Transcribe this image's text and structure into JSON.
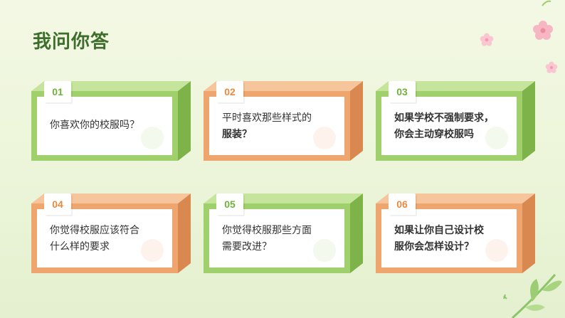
{
  "page": {
    "title": "我问你答"
  },
  "colors": {
    "green_face": "#9fd06b",
    "green_top": "#c4e59b",
    "green_side": "#7db348",
    "green_text": "#6fb13a",
    "orange_face": "#efa56e",
    "orange_top": "#f6c59c",
    "orange_side": "#d9894f",
    "orange_text": "#e8893f"
  },
  "cards": [
    {
      "number": "01",
      "theme": "green",
      "line1": "你喜欢你的校服吗？",
      "line2": ""
    },
    {
      "number": "02",
      "theme": "orange",
      "line1": "平时喜欢那些样式的",
      "line2": "服装？"
    },
    {
      "number": "03",
      "theme": "green",
      "line1": "如果学校不强制要求，",
      "line2": "你会主动穿校服吗"
    },
    {
      "number": "04",
      "theme": "orange",
      "line1": "你觉得校服应该符合",
      "line2": "什么样的要求"
    },
    {
      "number": "05",
      "theme": "green",
      "line1": "你觉得校服那些方面",
      "line2": "需要改进？"
    },
    {
      "number": "06",
      "theme": "orange",
      "line1": "如果让你自己设计校",
      "line2": "服你会怎样设计？"
    }
  ],
  "icons": {
    "decoration_top": "flower-icon",
    "decoration_bottom": "leaf-icon"
  }
}
